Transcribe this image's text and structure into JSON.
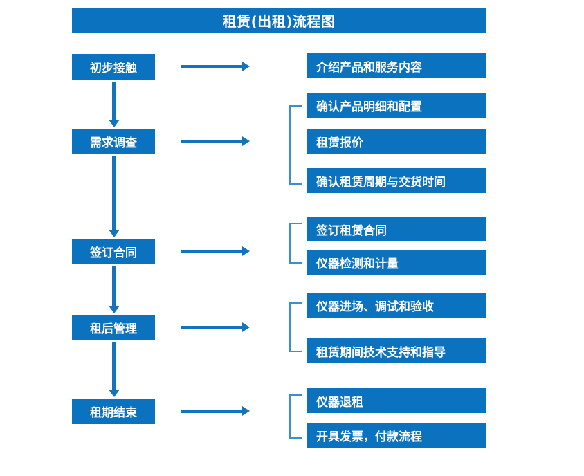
{
  "colors": {
    "box_fill": "#0b72c0",
    "arrow": "#1473bd",
    "bracket": "#3a8fcc",
    "text": "#ffffff",
    "background": "#ffffff"
  },
  "title": "租赁(出租)流程图",
  "stages": [
    {
      "label": "初步接触"
    },
    {
      "label": "需求调查"
    },
    {
      "label": "签订合同"
    },
    {
      "label": "租后管理"
    },
    {
      "label": "租期结束"
    }
  ],
  "details": [
    {
      "label": "介绍产品和服务内容"
    },
    {
      "label": "确认产品明细和配置"
    },
    {
      "label": "租赁报价"
    },
    {
      "label": "确认租赁周期与交货时间"
    },
    {
      "label": "签订租赁合同"
    },
    {
      "label": "仪器检测和计量"
    },
    {
      "label": "仪器进场、调试和验收"
    },
    {
      "label": "租赁期间技术支持和指导"
    },
    {
      "label": "仪器退租"
    },
    {
      "label": "开具发票，付款流程"
    }
  ],
  "connectors": {
    "horizontal_arrow_count": 5,
    "vertical_arrow_count": 4,
    "bracket_count": 4
  }
}
